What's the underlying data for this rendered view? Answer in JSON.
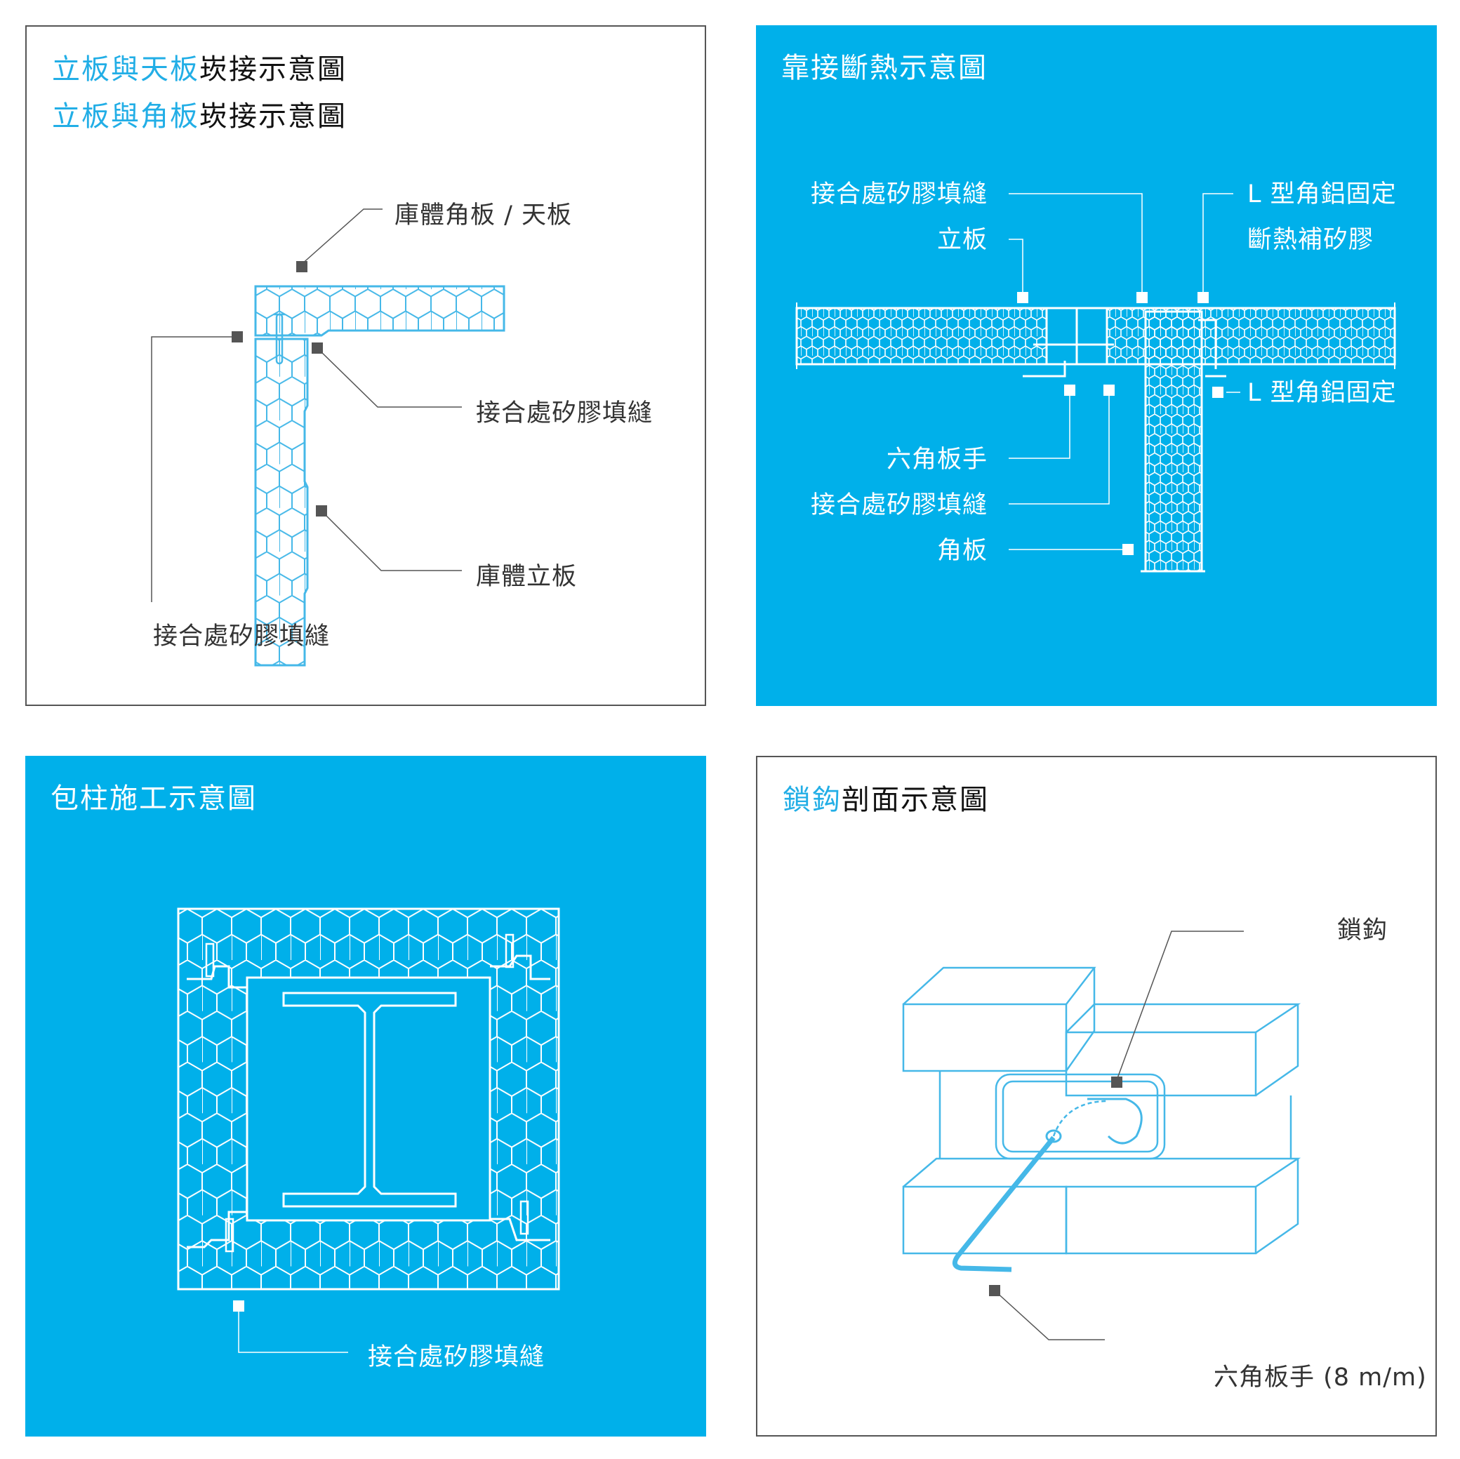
{
  "panel_corner": {
    "title_lines": [
      {
        "accent": "立板與天板",
        "rest": "崁接示意圖"
      },
      {
        "accent": "立板與角板",
        "rest": "崁接示意圖"
      }
    ],
    "labels": {
      "top_panel": "庫體角板 / 天板",
      "joint_inner": "接合處矽膠填縫",
      "wall_panel": "庫體立板",
      "joint_outer": "接合處矽膠填縫"
    }
  },
  "panel_thermal": {
    "title": "靠接斷熱示意圖",
    "labels": {
      "joint_top": "接合處矽膠填縫",
      "wall": "立板",
      "l_bracket_top": "L 型角鋁固定",
      "thermal_silicone": "斷熱補矽膠",
      "l_bracket_bottom": "L 型角鋁固定",
      "hex_wrench": "六角板手",
      "joint_bottom": "接合處矽膠填縫",
      "corner_panel": "角板"
    }
  },
  "panel_column": {
    "title": "包柱施工示意圖",
    "labels": {
      "joint": "接合處矽膠填縫"
    }
  },
  "panel_lock": {
    "title": {
      "accent": "鎖鈎",
      "rest": "剖面示意圖"
    },
    "labels": {
      "hook": "鎖鈎",
      "wrench": "六角板手 (8 m/m)"
    }
  },
  "colors": {
    "blue_background": "#00b0ea",
    "accent_text": "#22aee6",
    "line_blue": "#45b8e8",
    "marker_dark": "#555555"
  }
}
